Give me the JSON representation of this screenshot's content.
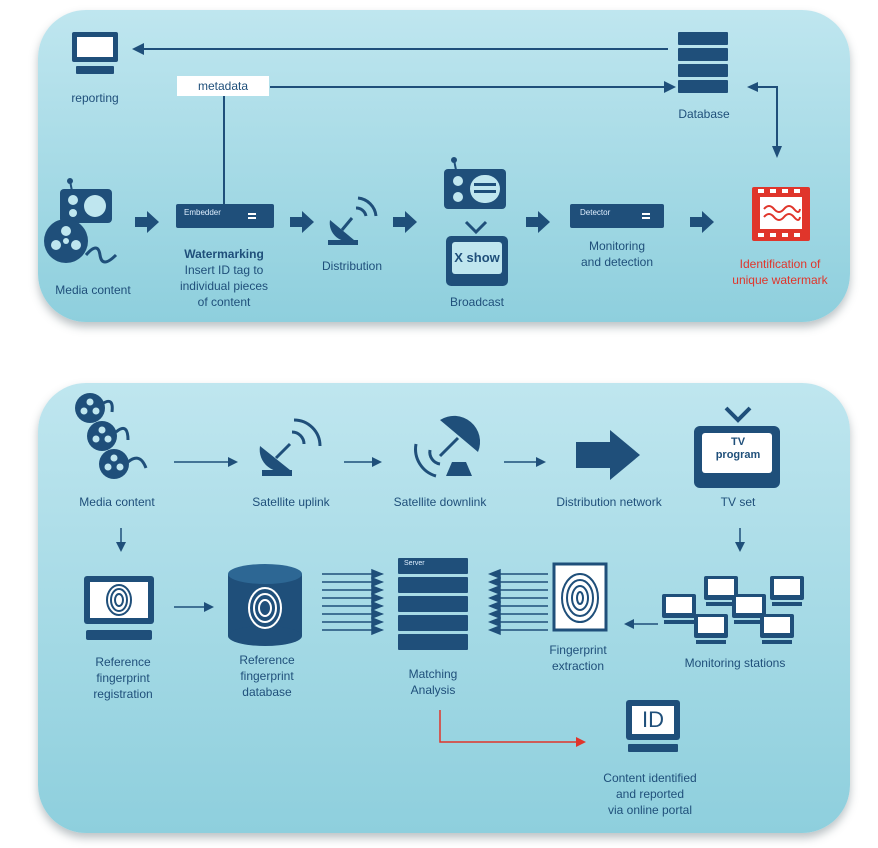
{
  "colors": {
    "icon": "#1f4f7a",
    "accent_red": "#e0352b",
    "panel": "#a8dce7",
    "arrow_red": "#e0352b"
  },
  "top": {
    "reporting": "reporting",
    "metadata": "metadata",
    "database": "Database",
    "media_content": "Media content",
    "embedder": "Embedder",
    "watermarking_title": "Watermarking",
    "watermarking_desc": "Insert ID tag to\nindividual pieces\nof content",
    "distribution": "Distribution",
    "tv_screen": "X show",
    "broadcast": "Broadcast",
    "detector": "Detector",
    "monitoring": "Monitoring\nand detection",
    "identification": "Identification of\nunique watermark"
  },
  "bottom": {
    "media_content": "Media content",
    "satellite_uplink": "Satellite uplink",
    "satellite_downlink": "Satellite downlink",
    "distribution_network": "Distribution network",
    "tv_screen": "TV\nprogram",
    "tv_set": "TV set",
    "ref_registration": "Reference\nfingerprint\nregistration",
    "ref_database": "Reference\nfingerprint\ndatabase",
    "server": "Server",
    "matching": "Matching\nAnalysis",
    "fingerprint_extraction": "Fingerprint\nextraction",
    "monitoring_stations": "Monitoring stations",
    "id_icon_text": "ID",
    "content_identified": "Content identified\nand reported\nvia online portal"
  }
}
